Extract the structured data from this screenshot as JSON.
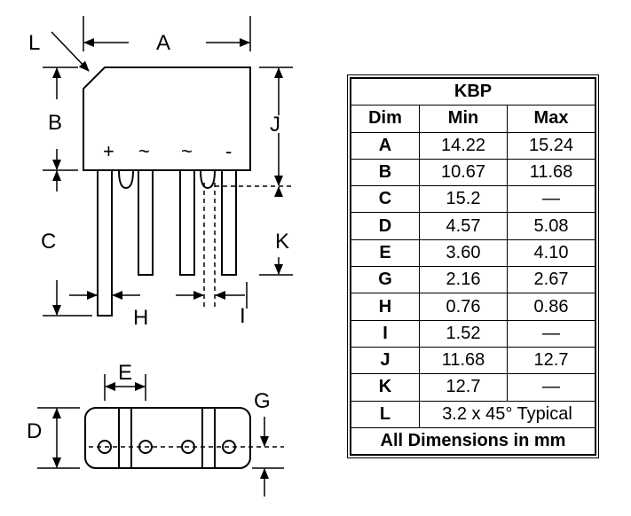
{
  "labels": {
    "A": "A",
    "B": "B",
    "C": "C",
    "D": "D",
    "E": "E",
    "G": "G",
    "H": "H",
    "I": "I",
    "J": "J",
    "K": "K",
    "L": "L"
  },
  "pins": [
    "+",
    "~",
    "~",
    "-"
  ],
  "table": {
    "title": "KBP",
    "headers": [
      "Dim",
      "Min",
      "Max"
    ],
    "rows": [
      {
        "dim": "A",
        "min": "14.22",
        "max": "15.24"
      },
      {
        "dim": "B",
        "min": "10.67",
        "max": "11.68"
      },
      {
        "dim": "C",
        "min": "15.2",
        "max": "—"
      },
      {
        "dim": "D",
        "min": "4.57",
        "max": "5.08"
      },
      {
        "dim": "E",
        "min": "3.60",
        "max": "4.10"
      },
      {
        "dim": "G",
        "min": "2.16",
        "max": "2.67"
      },
      {
        "dim": "H",
        "min": "0.76",
        "max": "0.86"
      },
      {
        "dim": "I",
        "min": "1.52",
        "max": "—"
      },
      {
        "dim": "J",
        "min": "11.68",
        "max": "12.7"
      },
      {
        "dim": "K",
        "min": "12.7",
        "max": "—"
      }
    ],
    "last_row": {
      "dim": "L",
      "value": "3.2 x 45° Typical"
    },
    "footer": "All Dimensions in mm"
  }
}
